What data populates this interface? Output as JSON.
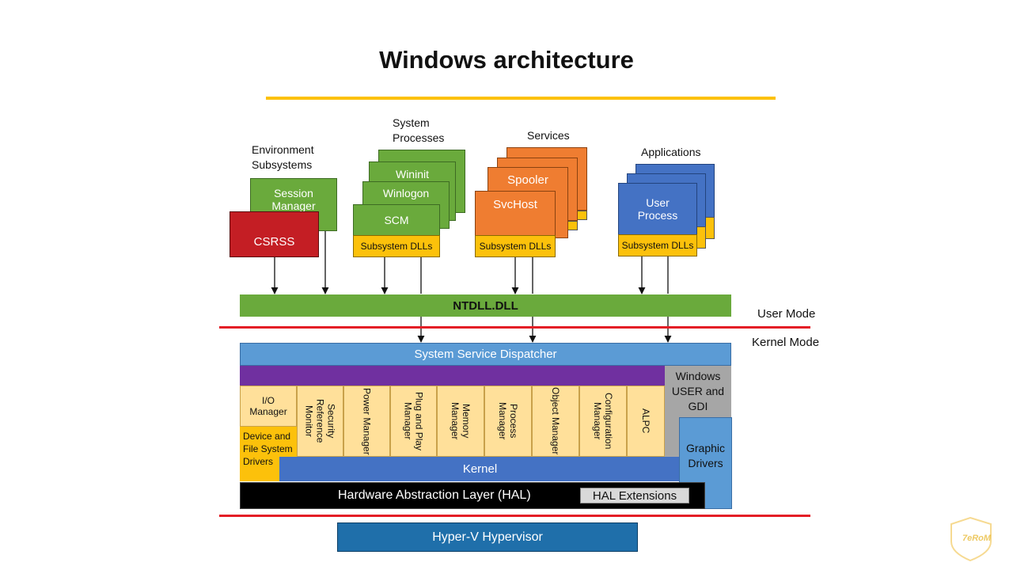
{
  "title": "Windows architecture",
  "user_mode": {
    "env_subsystems": {
      "caption": "Environment Subsystems",
      "session_manager": "Session Manager",
      "csrss": "CSRSS"
    },
    "system_processes": {
      "caption": "System Processes",
      "items": [
        "Wininit",
        "Winlogon",
        "SCM"
      ],
      "dlls": "Subsystem DLLs"
    },
    "services": {
      "caption": "Services",
      "items": [
        "Spooler",
        "SvcHost"
      ],
      "dlls": "Subsystem DLLs"
    },
    "applications": {
      "caption": "Applications",
      "item": "User Process",
      "dlls": "Subsystem DLLs"
    },
    "ntdll": "NTDLL.DLL"
  },
  "mode_labels": {
    "user": "User Mode",
    "kernel": "Kernel Mode"
  },
  "kernel_mode": {
    "dispatcher": "System Service Dispatcher",
    "io_manager": "I/O Manager",
    "device_drivers": "Device and File System Drivers",
    "components": [
      "Security Reference Monitor",
      "Power Manager",
      "Plug and Play Manager",
      "Memory Manager",
      "Process Manager",
      "Object Manager",
      "Configuration Manager",
      "ALPC"
    ],
    "windows_user_gdi": "Windows USER and GDI",
    "graphic_drivers": "Graphic Drivers",
    "kernel": "Kernel",
    "hal": "Hardware Abstraction Layer (HAL)",
    "hal_extensions": "HAL Extensions"
  },
  "hypervisor": "Hyper-V Hypervisor",
  "watermark": "7eRoM",
  "colors": {
    "accent_line": "#fcc10b",
    "mode_line": "#e41e26",
    "ntdll": "#6aaa3c",
    "dispatcher": "#5b9bd5",
    "purple": "#7030a0",
    "kernel": "#4472c4",
    "hal": "#000000",
    "hypervisor": "#1f6faa"
  }
}
